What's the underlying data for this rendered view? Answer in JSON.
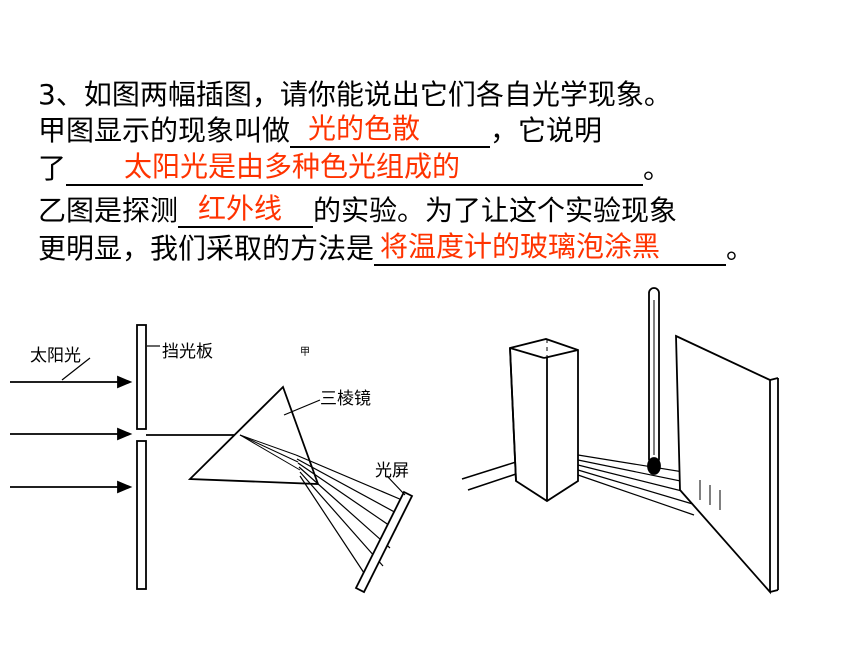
{
  "question": {
    "line1": "3、如图两幅插图，请你能说出它们各自光学现象。",
    "line2_pre": "甲图显示的现象叫做",
    "line2_post": "，它说明",
    "line3_pre": "了",
    "line3_post": "。",
    "line4_pre": "乙图是探测",
    "line4_post": "的实验。为了让这个实验现象",
    "line5_pre": "更明显，我们采取的方法是",
    "line5_post": "。"
  },
  "answers": {
    "a1": "光的色散",
    "a2": "太阳光是由多种色光组成的",
    "a3": "红外线",
    "a4": "将温度计的玻璃泡涂黑"
  },
  "figure_left": {
    "label_sunlight": "太阳光",
    "label_board": "挡光板",
    "label_jia": "甲",
    "label_prism": "三棱镜",
    "label_screen": "光屏"
  },
  "colors": {
    "answer": "#ff3300",
    "text": "#000000"
  }
}
